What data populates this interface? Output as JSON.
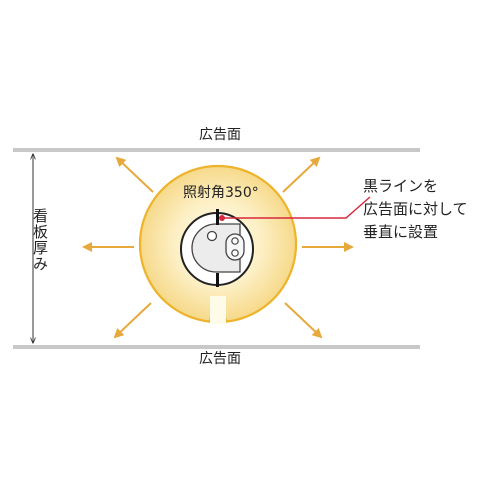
{
  "labels": {
    "top_surface": "広告面",
    "bottom_surface": "広告面",
    "thickness": "看板厚み",
    "angle": "照射角350°"
  },
  "note": {
    "line1": "黒ラインを",
    "line2": "広告面に対して",
    "line3": "垂直に設置"
  },
  "colors": {
    "glow_center": "#fff7dc",
    "glow_edge": "#f6d98a",
    "glow_rim": "#eeb32a",
    "arrow": "#e7a93b",
    "callout": "#d6283a",
    "panel_line": "#c8c8c8",
    "dimension_line": "#333333"
  },
  "icons": [
    "outward-arrow-icon",
    "end-cap-icon",
    "black-line-marker-icon"
  ]
}
